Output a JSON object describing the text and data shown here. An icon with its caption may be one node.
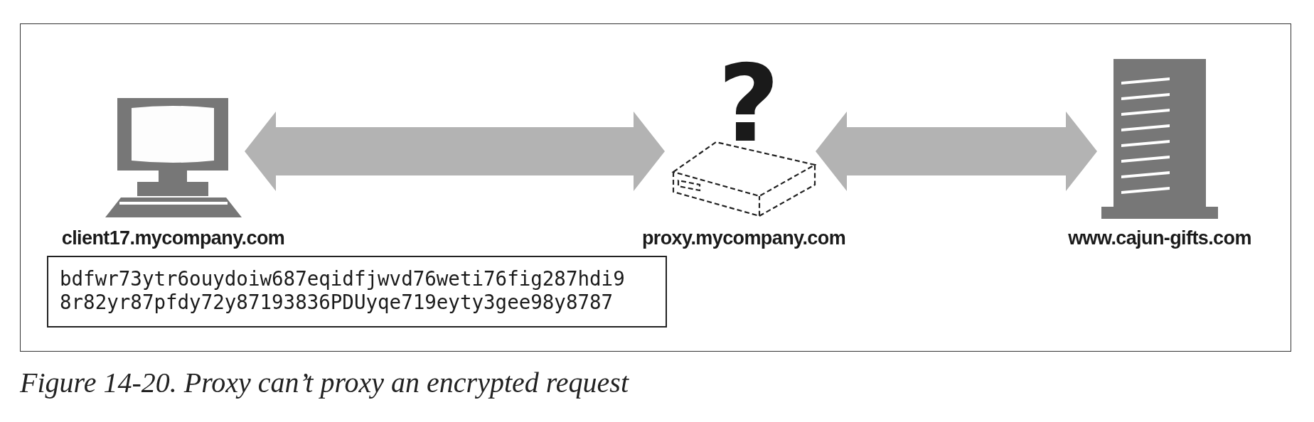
{
  "diagram": {
    "caption": "Figure 14-20. Proxy can’t proxy an encrypted request",
    "nodes": [
      {
        "text": [
          "client17.mycompany.com"
        ]
      },
      {
        "text": [
          "?",
          "proxy.mycompany.com"
        ]
      },
      {
        "text": [
          "www.cajun-gifts.com"
        ]
      },
      {
        "text": [
          "bdfwr73ytr6ouydoiw687eqidfjwvd76weti76fig287hdi9 8r82yr87pfdy72y87193836PDUyqe719eyty3gee98y8787"
        ]
      }
    ],
    "edges": [
      {
        "from": 0,
        "to": 1,
        "arrow": "both"
      },
      {
        "from": 1,
        "to": 2,
        "arrow": "both"
      }
    ]
  }
}
